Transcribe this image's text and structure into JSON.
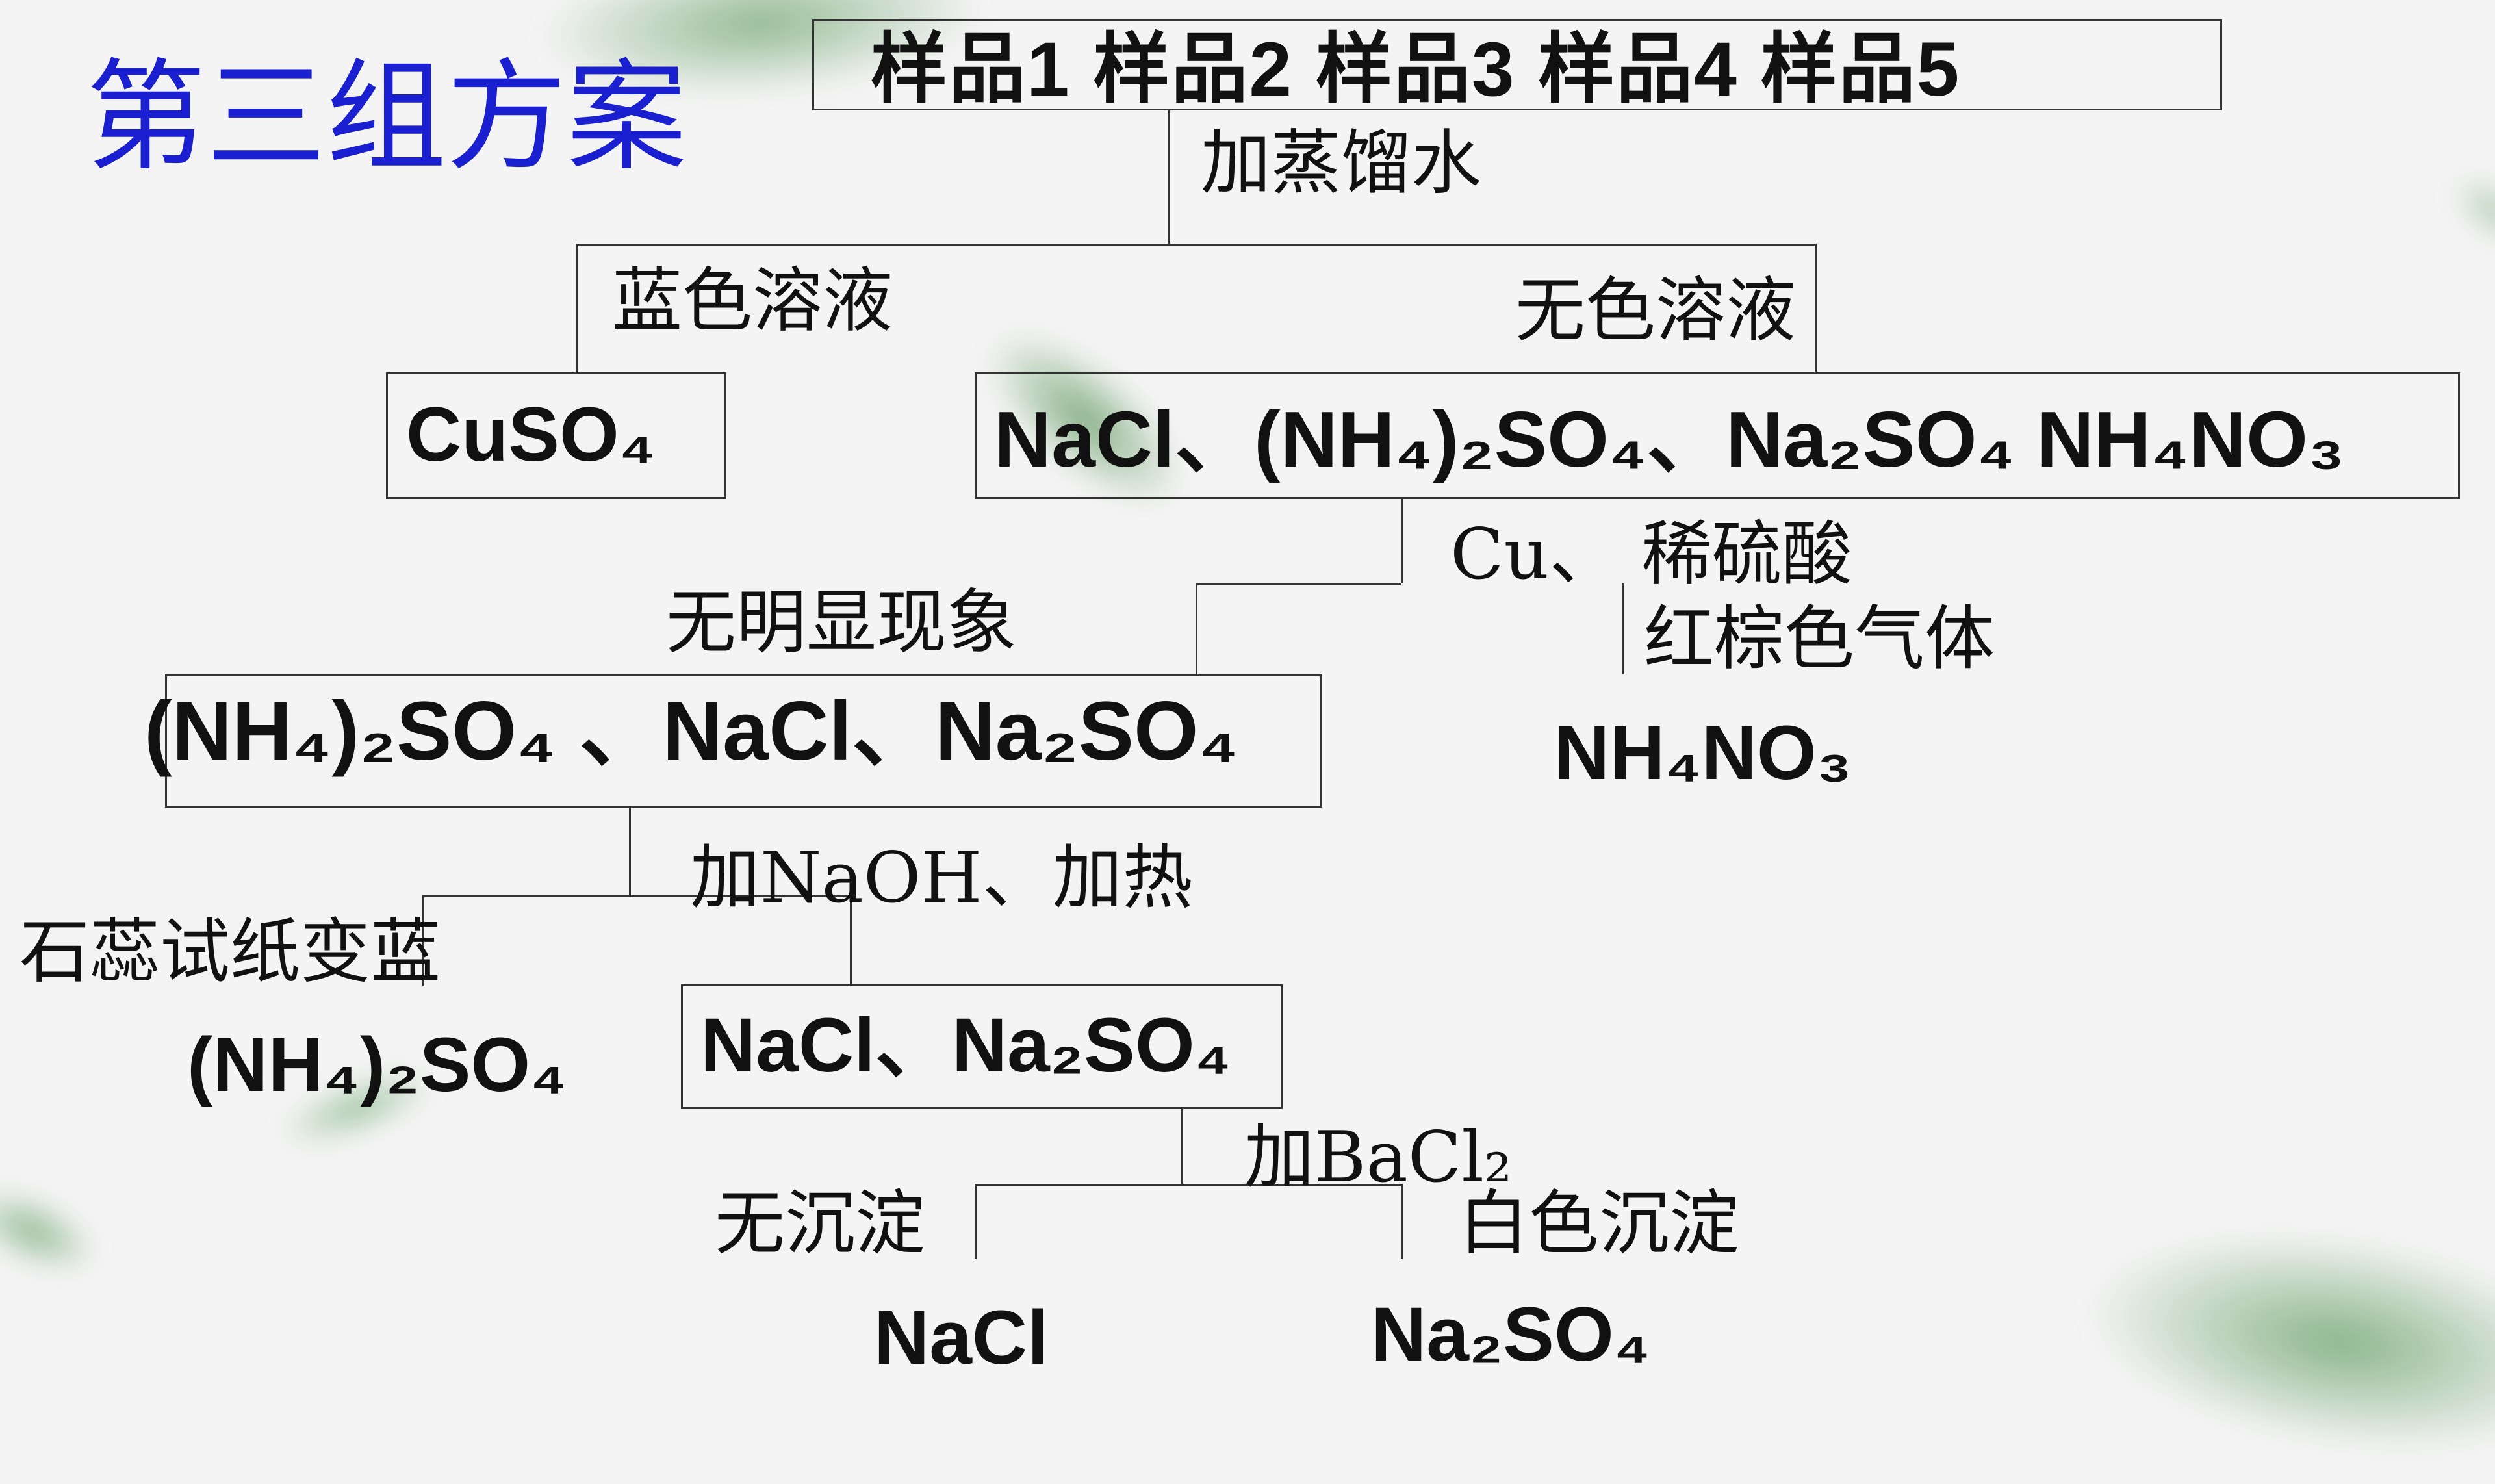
{
  "title": "第三组方案",
  "samples_header": "样品1  样品2   样品3   样品4  样品5",
  "steps": {
    "add_water": "加蒸馏水",
    "blue_solution": "蓝色溶液",
    "colorless_solution": "无色溶液",
    "cu_acid": "Cu、 稀硫酸",
    "red_brown_gas": "红棕色气体",
    "no_obvious": "无明显现象",
    "add_naoh_heat": "加NaOH、加热",
    "litmus_blue": "石蕊试纸变蓝",
    "add_bacl2": "加BaCl₂",
    "no_precipitate": "无沉淀",
    "white_precipitate": "白色沉淀"
  },
  "compounds": {
    "cuso4": "CuSO₄",
    "colorless_group": "NaCl、(NH₄)₂SO₄、Na₂SO₄ NH₄NO₃",
    "nh4no3": "NH₄NO₃",
    "three_group": "(NH₄)₂SO₄ 、NaCl、Na₂SO₄",
    "nh4_2so4": "(NH₄)₂SO₄",
    "nacl_na2so4": "NaCl、Na₂SO₄",
    "nacl": "NaCl",
    "na2so4": "Na₂SO₄"
  }
}
